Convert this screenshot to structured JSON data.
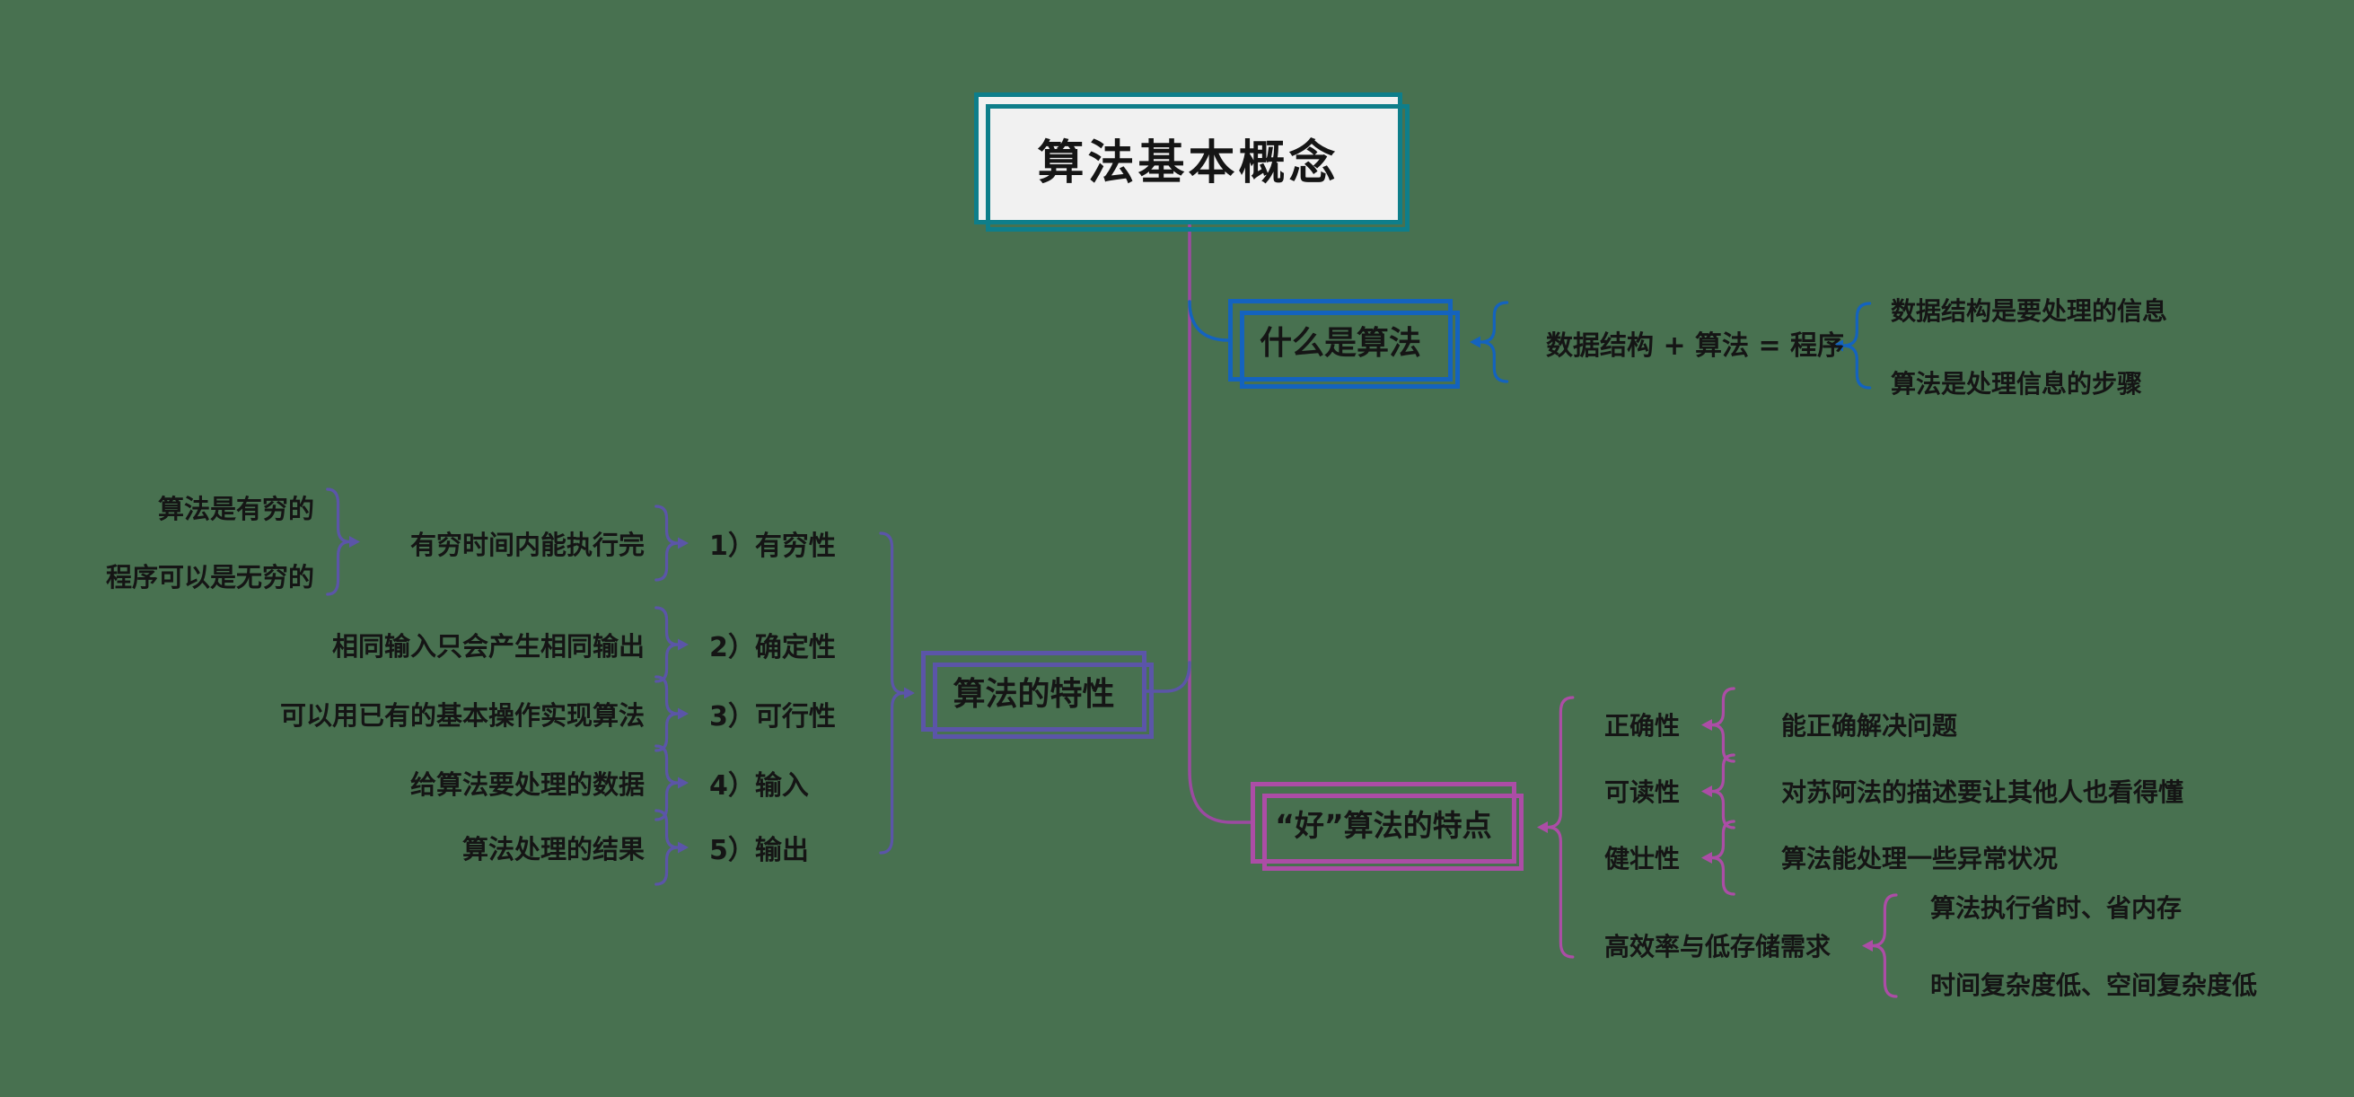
{
  "root": {
    "title": "算法基本概念"
  },
  "branches": {
    "what_is": {
      "title": "什么是算法",
      "formula": "数据结构 + 算法 = 程序",
      "leaves": [
        "数据结构是要处理的信息",
        "算法是处理信息的步骤"
      ]
    },
    "properties": {
      "title": "算法的特性",
      "items": [
        {
          "label": "1）有穷性",
          "desc": "有穷时间内能执行完",
          "notes": [
            "算法是有穷的",
            "程序可以是无穷的"
          ]
        },
        {
          "label": "2）确定性",
          "desc": "相同输入只会产生相同输出"
        },
        {
          "label": "3）可行性",
          "desc": "可以用已有的基本操作实现算法"
        },
        {
          "label": "4）输入",
          "desc": "给算法要处理的数据"
        },
        {
          "label": "5）输出",
          "desc": "算法处理的结果"
        }
      ]
    },
    "good_algo": {
      "title": "“好”算法的特点",
      "items": [
        {
          "label": "正确性",
          "desc": "能正确解决问题"
        },
        {
          "label": "可读性",
          "desc": "对苏阿法的描述要让其他人也看得懂"
        },
        {
          "label": "健壮性",
          "desc": "算法能处理一些异常状况"
        },
        {
          "label": "高效率与低存储需求",
          "subs": [
            "算法执行省时、省内存",
            "时间复杂度低、空间复杂度低"
          ]
        }
      ]
    }
  },
  "colors": {
    "background": "#487150",
    "teal": "#0E7E8A",
    "blue": "#1463BE",
    "slate": "#5B55A8",
    "magenta": "#AC4DA6",
    "spine": "#9C4AA1",
    "text": "#151515",
    "root-fill": "#F1F1F1"
  }
}
